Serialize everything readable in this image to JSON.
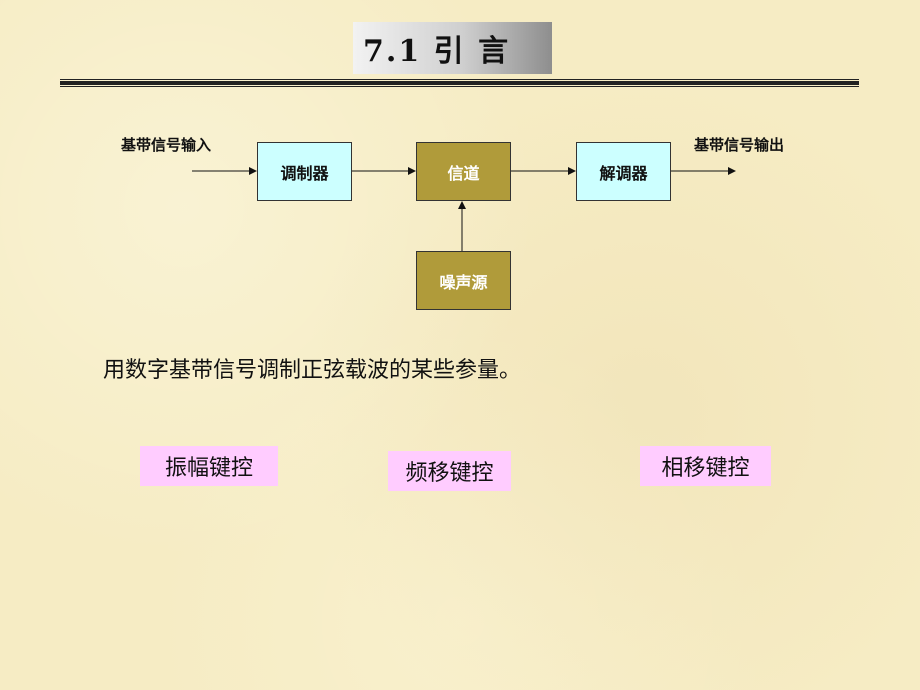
{
  "slide": {
    "title": "7.1 引 言",
    "sentence": "用数字基带信号调制正弦载波的某些参量。"
  },
  "diagram": {
    "input_label": "基带信号输入",
    "output_label": "基带信号输出",
    "blocks": {
      "modulator": "调制器",
      "channel": "信道",
      "demodulator": "解调器",
      "noise": "噪声源"
    },
    "colors": {
      "cyan": "#ccffff",
      "olive": "#b09b3a"
    }
  },
  "keying": {
    "ask": "振幅键控",
    "fsk": "频移键控",
    "psk": "相移键控",
    "color": "#ffccff"
  }
}
